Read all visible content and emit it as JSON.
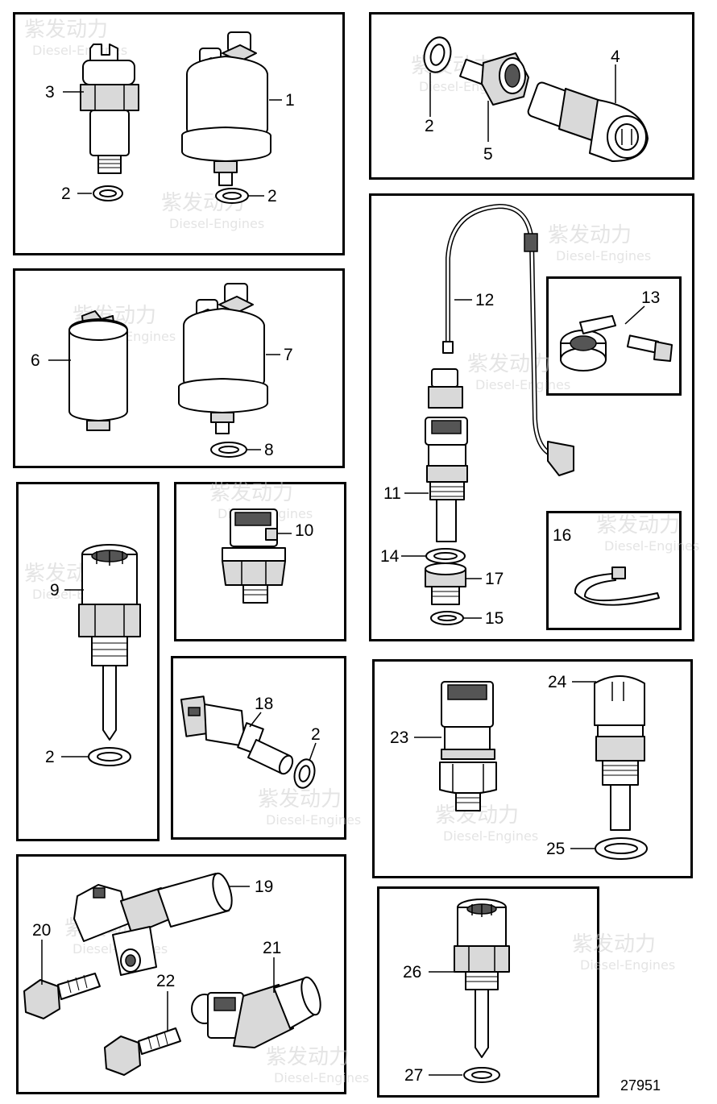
{
  "diagram": {
    "document_number": "27951",
    "watermark": {
      "brand_cn": "紫发动力",
      "brand_en": "Diesel-Engines"
    },
    "callouts": {
      "p1_3": "3",
      "p1_1": "1",
      "p1_2a": "2",
      "p1_2b": "2",
      "p2_2": "2",
      "p2_5": "5",
      "p2_4": "4",
      "p3_6": "6",
      "p3_7": "7",
      "p3_8": "8",
      "p4_12": "12",
      "p4_13": "13",
      "p4_11": "11",
      "p4_14": "14",
      "p4_17": "17",
      "p4_15": "15",
      "p4_16": "16",
      "p5_9": "9",
      "p5_2": "2",
      "p6_10": "10",
      "p7_18": "18",
      "p7_2": "2",
      "p8_24": "24",
      "p8_23": "23",
      "p8_25": "25",
      "p9_19": "19",
      "p9_20": "20",
      "p9_21": "21",
      "p9_22": "22",
      "p10_26": "26",
      "p10_27": "27"
    }
  }
}
